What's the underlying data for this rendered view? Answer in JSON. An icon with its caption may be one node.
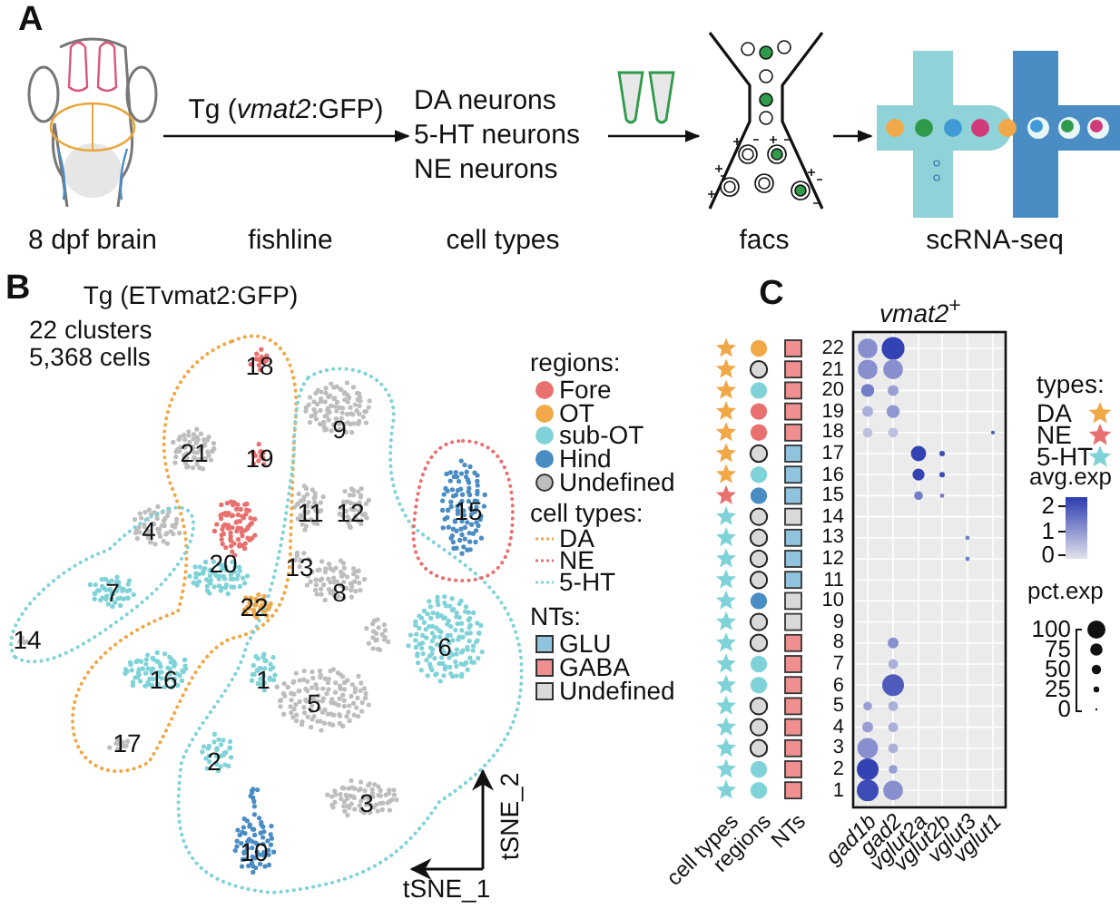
{
  "diagram": {
    "nodes": [
      {
        "text": [],
        "shape": "picture",
        "beside": [
          "8 dpf brain"
        ]
      },
      {
        "text": [
          "DA neurons 5-HT neurons NE neurons"
        ],
        "beside": [
          "cell types"
        ]
      },
      {
        "text": [],
        "shape": "picture",
        "beside": [
          "facs"
        ]
      },
      {
        "text": [],
        "shape": "picture",
        "beside": [
          "scRNA-seq"
        ]
      }
    ],
    "edges": [
      {
        "from": 0,
        "to": 1,
        "arrow": "to",
        "label": "Tg (*vmat2*:GFP)"
      },
      {
        "from": 1,
        "to": 2,
        "arrow": "to"
      },
      {
        "from": 2,
        "to": 3,
        "arrow": "to"
      }
    ],
    "labels": [
      "A",
      "fishline",
      "B",
      "Tg (ETvmat2:GFP)",
      "22 clusters 5,368 cells",
      "18",
      "9",
      "21",
      "19",
      "11",
      "12",
      "15",
      "4",
      "20",
      "13",
      "7",
      "22",
      "8",
      "14",
      "6",
      "16",
      "1",
      "5",
      "17",
      "2",
      "3",
      "10",
      "tSNE_2",
      "tSNE_1",
      "regions:",
      "cell types:",
      "NTs:",
      "C",
      "*vmat2*$^{+}$",
      "22",
      "21",
      "20",
      "19",
      "18",
      "17",
      "16",
      "15",
      "14",
      "13",
      "12",
      "11",
      "10",
      "9",
      "8",
      "7",
      "6",
      "5",
      "4",
      "3",
      "2",
      "1",
      "types:",
      "avg.exp",
      "2",
      "1",
      "0",
      "pct.exp",
      "100",
      "75",
      "50",
      "25",
      "0",
      "cell types",
      "regions",
      "NTs",
      "gad1b",
      "gad2",
      "vglut2a",
      "vglut2b",
      "vglut3",
      "vglut1"
    ],
    "legend": [
      {
        "text": "Fore",
        "color": "#e8706f"
      },
      {
        "text": "OT",
        "color": "#f0a848"
      },
      {
        "text": "sub-OT",
        "color": "#7fd3d8"
      },
      {
        "text": "Hind",
        "color": "#4a8cc4"
      },
      {
        "text": "Undefined",
        "color": "#bdbdbd"
      },
      {
        "text": "DA"
      },
      {
        "text": "NE"
      },
      {
        "text": "5-HT"
      },
      {
        "text": "GLU",
        "color": "#8fc3de"
      },
      {
        "text": "GABA",
        "color": "#f08f8f"
      },
      {
        "text": "Undefined",
        "color": "#d9d9d9"
      },
      {
        "text": "DA"
      },
      {
        "text": "NE"
      },
      {
        "text": "5-HT"
      }
    ]
  }
}
